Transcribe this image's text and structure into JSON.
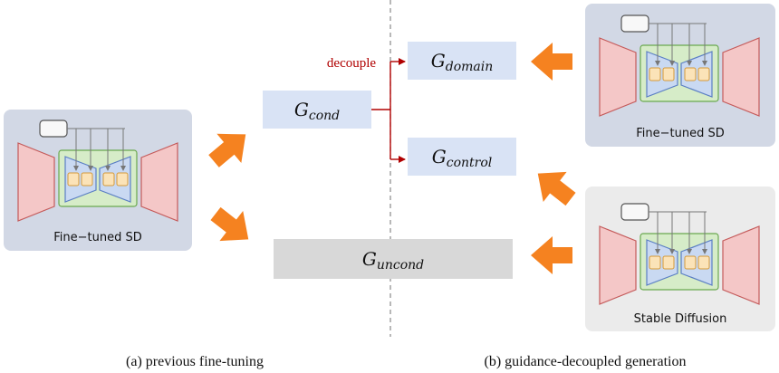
{
  "left_model": {
    "label": "Fine−tuned SD"
  },
  "right_top_model": {
    "label": "Fine−tuned SD"
  },
  "right_bottom_model": {
    "label": "Stable Diffusion"
  },
  "guidance": {
    "cond": {
      "main": "G",
      "sub": "cond"
    },
    "domain": {
      "main": "G",
      "sub": "domain"
    },
    "control": {
      "main": "G",
      "sub": "control"
    },
    "uncond": {
      "main": "G",
      "sub": "uncond"
    }
  },
  "decouple_label": "decouple",
  "captions": {
    "left": "(a) previous fine-tuning",
    "right": "(b) guidance-decoupled generation"
  },
  "colors": {
    "model_panel_blue": "#d2d8e5",
    "model_panel_gray": "#ebebeb",
    "encoder_fill": "#f4c7c7",
    "encoder_stroke": "#c45a5a",
    "unet_panel": "#d6ecc8",
    "unet_stroke": "#6aa84f",
    "unet_funnel": "#c9d9f2",
    "unet_funnel_stroke": "#5b7fc4",
    "block_fill": "#fbe3b8",
    "block_stroke": "#d59a3a",
    "guidance_box_blue": "#d9e3f5",
    "guidance_box_gray": "#d8d8d8",
    "arrow_orange": "#f58220",
    "decouple_red": "#b00000",
    "divider": "#888888"
  }
}
